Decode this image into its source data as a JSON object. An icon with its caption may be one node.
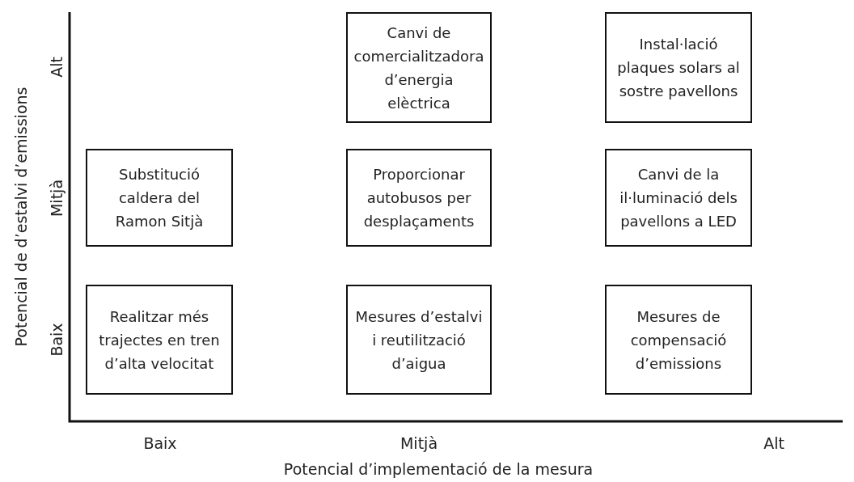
{
  "diagram": {
    "nodes": [
      {
        "text": [
          "Canvi de comercialitzadora d’energia elèctrica"
        ]
      },
      {
        "text": [
          "Instal·lació plaques solars al sostre pavellons"
        ]
      },
      {
        "text": [
          "Substitució caldera del Ramon Sitjà"
        ]
      },
      {
        "text": [
          "Proporcionar autobusos per desplaçaments"
        ]
      },
      {
        "text": [
          "Canvi de la il·luminació dels pavellons a LED"
        ]
      },
      {
        "text": [
          "Realitzar més trajectes en tren d’alta velocitat"
        ]
      },
      {
        "text": [
          "Mesures d’estalvi i reutilització d’aigua"
        ]
      },
      {
        "text": [
          "Mesures de compensació d’emissions"
        ]
      }
    ],
    "labels": [
      "Potencial de d’estalvi d’emissions",
      "Alt",
      "Mitjà",
      "Baix",
      "Baix",
      "Mitjà",
      "Alt",
      "Potencial d’implementació de la mesura"
    ]
  }
}
